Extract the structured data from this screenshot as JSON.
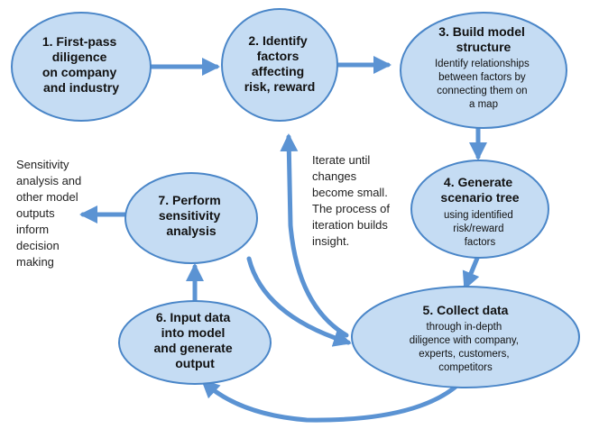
{
  "nodes": [
    {
      "id": "n1",
      "title_lines": [
        "1. First-pass",
        "diligence",
        "on company",
        "and industry"
      ],
      "sub_lines": []
    },
    {
      "id": "n2",
      "title_lines": [
        "2. Identify",
        "factors",
        "affecting",
        "risk, reward"
      ],
      "sub_lines": []
    },
    {
      "id": "n3",
      "title_lines": [
        "3. Build model",
        "structure"
      ],
      "sub_lines": [
        "Identify relationships",
        "between factors by",
        "connecting them on",
        "a map"
      ]
    },
    {
      "id": "n4",
      "title_lines": [
        "4. Generate",
        "scenario tree"
      ],
      "sub_lines": [
        "using identified",
        "risk/reward",
        "factors"
      ]
    },
    {
      "id": "n5",
      "title_lines": [
        "5. Collect data"
      ],
      "sub_lines": [
        "through in-depth",
        "diligence with company,",
        "experts, customers,",
        "competitors"
      ]
    },
    {
      "id": "n6",
      "title_lines": [
        "6. Input data",
        "into model",
        "and generate",
        "output"
      ],
      "sub_lines": []
    },
    {
      "id": "n7",
      "title_lines": [
        "7. Perform",
        "sensitivity",
        "analysis"
      ],
      "sub_lines": []
    }
  ],
  "iterate_note": [
    "Iterate until",
    "changes",
    "become small.",
    "The process of",
    "iteration builds",
    "insight."
  ],
  "output_note": [
    "Sensitivity",
    "analysis and",
    "other model",
    "outputs",
    "inform",
    "decision",
    "making"
  ],
  "colors": {
    "node_fill": "#c5dcf3",
    "node_stroke": "#4a86c8",
    "arrow": "#5b93d3"
  }
}
